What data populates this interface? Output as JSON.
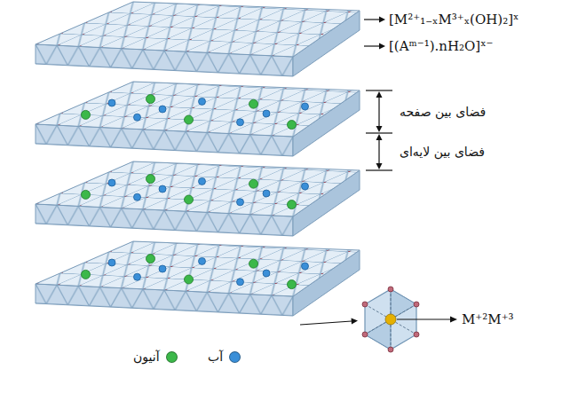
{
  "diagram": {
    "labels": [
      "[M²⁺₁₋ₓM³⁺ₓ(OH)₂]ˣ",
      "[(Aᵐ⁻¹).nH₂O]ˣ⁻",
      "فضای بین صفحه",
      "فضای بین لایه‌ای",
      "M⁺²M⁺³"
    ],
    "legend": [
      {
        "text": "آب",
        "color": "#3a8fd8"
      },
      {
        "text": "آنیون",
        "color": "#3cb84a"
      }
    ]
  }
}
